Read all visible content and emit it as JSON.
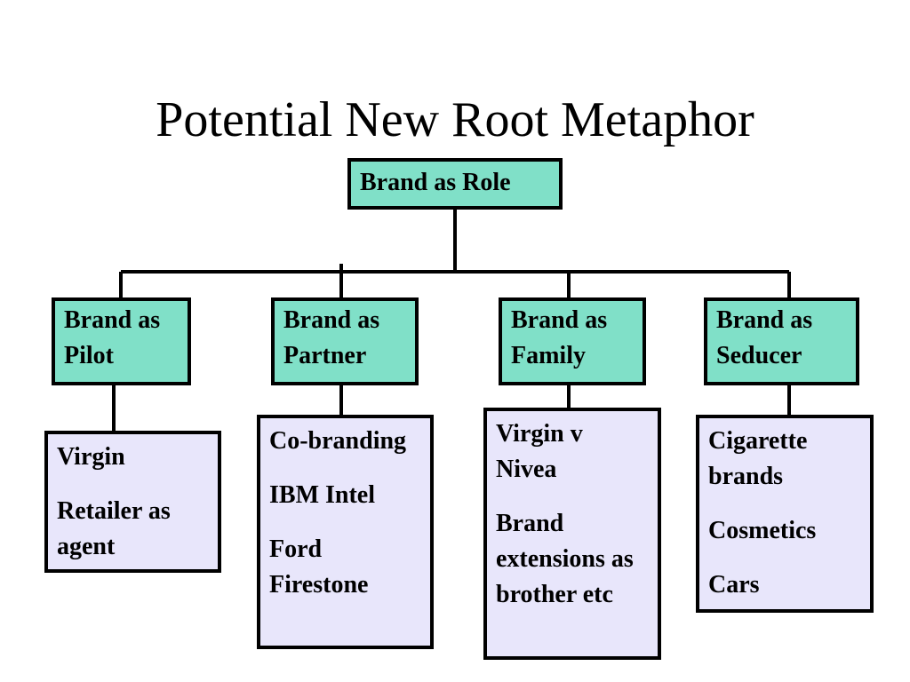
{
  "slide": {
    "title": "Potential New Root Metaphor",
    "root": {
      "label": "Brand as Role"
    },
    "branches": [
      {
        "label": "Brand as Pilot",
        "examples": [
          "Virgin",
          "Retailer as agent"
        ]
      },
      {
        "label": "Brand as Partner",
        "examples": [
          "Co-branding",
          "IBM Intel",
          "Ford Firestone"
        ]
      },
      {
        "label": "Brand as Family",
        "examples": [
          "Virgin v Nivea",
          "Brand extensions as brother etc"
        ]
      },
      {
        "label": "Brand as Seducer",
        "examples": [
          "Cigarette brands",
          "Cosmetics",
          "Cars"
        ]
      }
    ]
  },
  "colors": {
    "role_fill": "#80e0c8",
    "example_fill": "#e8e6fb",
    "border": "#000000"
  }
}
